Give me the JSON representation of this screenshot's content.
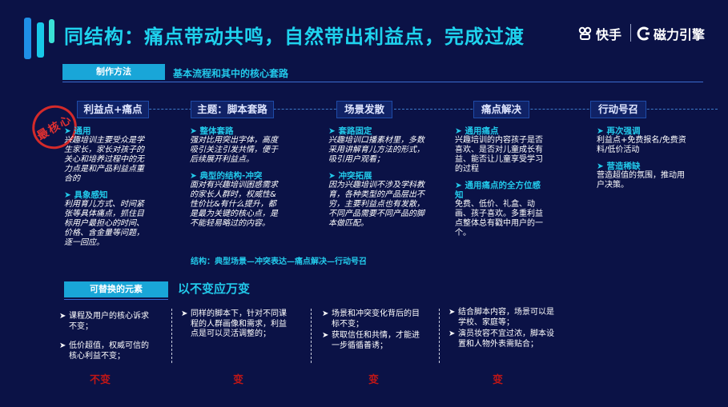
{
  "title": "同结构：痛点带动共鸣，自然带出利益点，完成过渡",
  "brand": {
    "kuaishou_icon": "kuaishou-logo-icon",
    "kuaishou_name": "快手",
    "engine_icon": "cili-engine-logo-icon",
    "engine_name": "磁力引擎"
  },
  "method": {
    "badge": "制作方法",
    "subtitle": "基本流程和其中的核心套路"
  },
  "stamp_text": "最核心",
  "steps": [
    "利益点+痛点",
    "主题：脚本套路",
    "场景发散",
    "痛点解决",
    "行动号召"
  ],
  "columns": [
    [
      {
        "head": "通用",
        "body": "兴趣培训主要受众是学生家长，家长对孩子的关心和培养过程中的无力点是和产品利益点重合的"
      },
      {
        "head": "具象感知",
        "body": "利用育儿方式、时间紧张等具体痛点，抓住目标用户最担心的时间、价格、含金量等问题，逐一回应。"
      }
    ],
    [
      {
        "head": "整体套路",
        "body": "强对比用突出字体，高度吸引关注引发共情，便于后续展开利益点。"
      },
      {
        "head": "典型的结构-冲突",
        "body": "面对有兴趣培训困惑需求的家长人群时，权威性&性价比&有什么提升，都是最为关键的核心点，是不能轻易略过的内容。"
      }
    ],
    [
      {
        "head": "套路固定",
        "body": "兴趣培训口播素材里，多数采用讲解育儿方法的形式，吸引用户观看；"
      },
      {
        "head": "冲突拓展",
        "body": "因为兴趣培训不涉及学科教育，各种类型的产品层出不穷，主要利益点也有发散，不同产品需要不同产品的脚本做匹配。"
      }
    ],
    [
      {
        "head": "通用痛点",
        "body": "兴趣培训的内容孩子是否喜欢、是否对儿童成长有益、能否让儿童享受学习的过程"
      },
      {
        "head": "通用痛点的全方位感知",
        "body": "免费、低价、礼盒、动画、孩子喜欢。多重利益点整体总有戳中用户的一个。"
      }
    ],
    [
      {
        "head": "再次强调",
        "body": "利益点+免费报名/免费资料/低价活动"
      },
      {
        "head": "营造稀缺",
        "body": "营造超值的氛围，推动用户决策。"
      }
    ]
  ],
  "structure_line": "结构：典型场景—冲突表达—痛点解决—行动号召",
  "replaceable": {
    "badge": "可替换的元素",
    "title": "以不变应万变"
  },
  "bullets": [
    [
      "课程及用户的核心诉求不变；",
      "低价超值，权威可信的核心利益不变；"
    ],
    [
      "同样的脚本下，针对不同课程的人群画像和需求，利益点是可以灵活调整的；"
    ],
    [
      "场景和冲突变化背后的目标不变；",
      "获取信任和共情，才能进一步循循善诱；"
    ],
    [
      "结合脚本内容，场景可以是学校、家庭等；",
      "演员妆容不宜过浓，脚本设置和人物外表需贴合；"
    ]
  ],
  "change_labels": [
    "不变",
    "变",
    "变",
    "变"
  ],
  "colors": {
    "background": "#0b1246",
    "accent_cyan": "#1fd3ee",
    "badge_blue": "#19a6d8",
    "stamp_red": "#d42a2a",
    "label_red": "#c01616"
  }
}
